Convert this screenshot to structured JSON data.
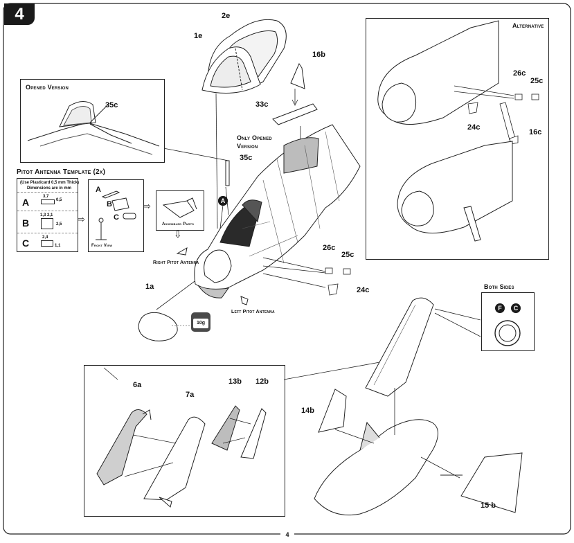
{
  "step": {
    "number": "4"
  },
  "page": {
    "number": "4"
  },
  "parts": {
    "p2e": "2e",
    "p1e": "1e",
    "p16b": "16b",
    "p33c": "33c",
    "p35c_main": "35c",
    "p26c": "26c",
    "p25c": "25c",
    "p24c": "24c",
    "p1a": "1a",
    "p6a": "6a",
    "p7a": "7a",
    "p13b": "13b",
    "p12b": "12b",
    "p14b": "14b",
    "p15b": "15 b"
  },
  "callouts": {
    "only_opened_line1": "Only Opened",
    "only_opened_line2": "Version",
    "right_pitot": "Right Pitot Antenna",
    "left_pitot": "Left Pitot Antenna",
    "marker_a": "A"
  },
  "opened_version": {
    "title": "Opened Version",
    "part": "35c"
  },
  "pitot_template": {
    "title": "Pitot Antenna Template (2x)",
    "note_line1": "(Use Plasticard 0,5 mm Thick)",
    "note_line2": "Dimensions are in mm",
    "rows": [
      {
        "letter": "A",
        "dim1": "3,7",
        "dim2": "0,5"
      },
      {
        "letter": "B",
        "dim1": "1,3 2,1",
        "dim2": "2,5"
      },
      {
        "letter": "C",
        "dim1": "2,4",
        "dim2": "1,1"
      }
    ]
  },
  "pitot_detail": {
    "label_a": "A",
    "label_b": "B",
    "label_c": "C",
    "front_view": "Front View"
  },
  "assembled": {
    "label": "Assembled Parts"
  },
  "alternative": {
    "title": "Alternative",
    "p26c": "26c",
    "p25c": "25c",
    "p24c": "24c",
    "p16c": "16c"
  },
  "both_sides": {
    "title": "Both Sides",
    "marker_f": "F",
    "marker_c": "C"
  },
  "weight": {
    "label": "10g"
  }
}
